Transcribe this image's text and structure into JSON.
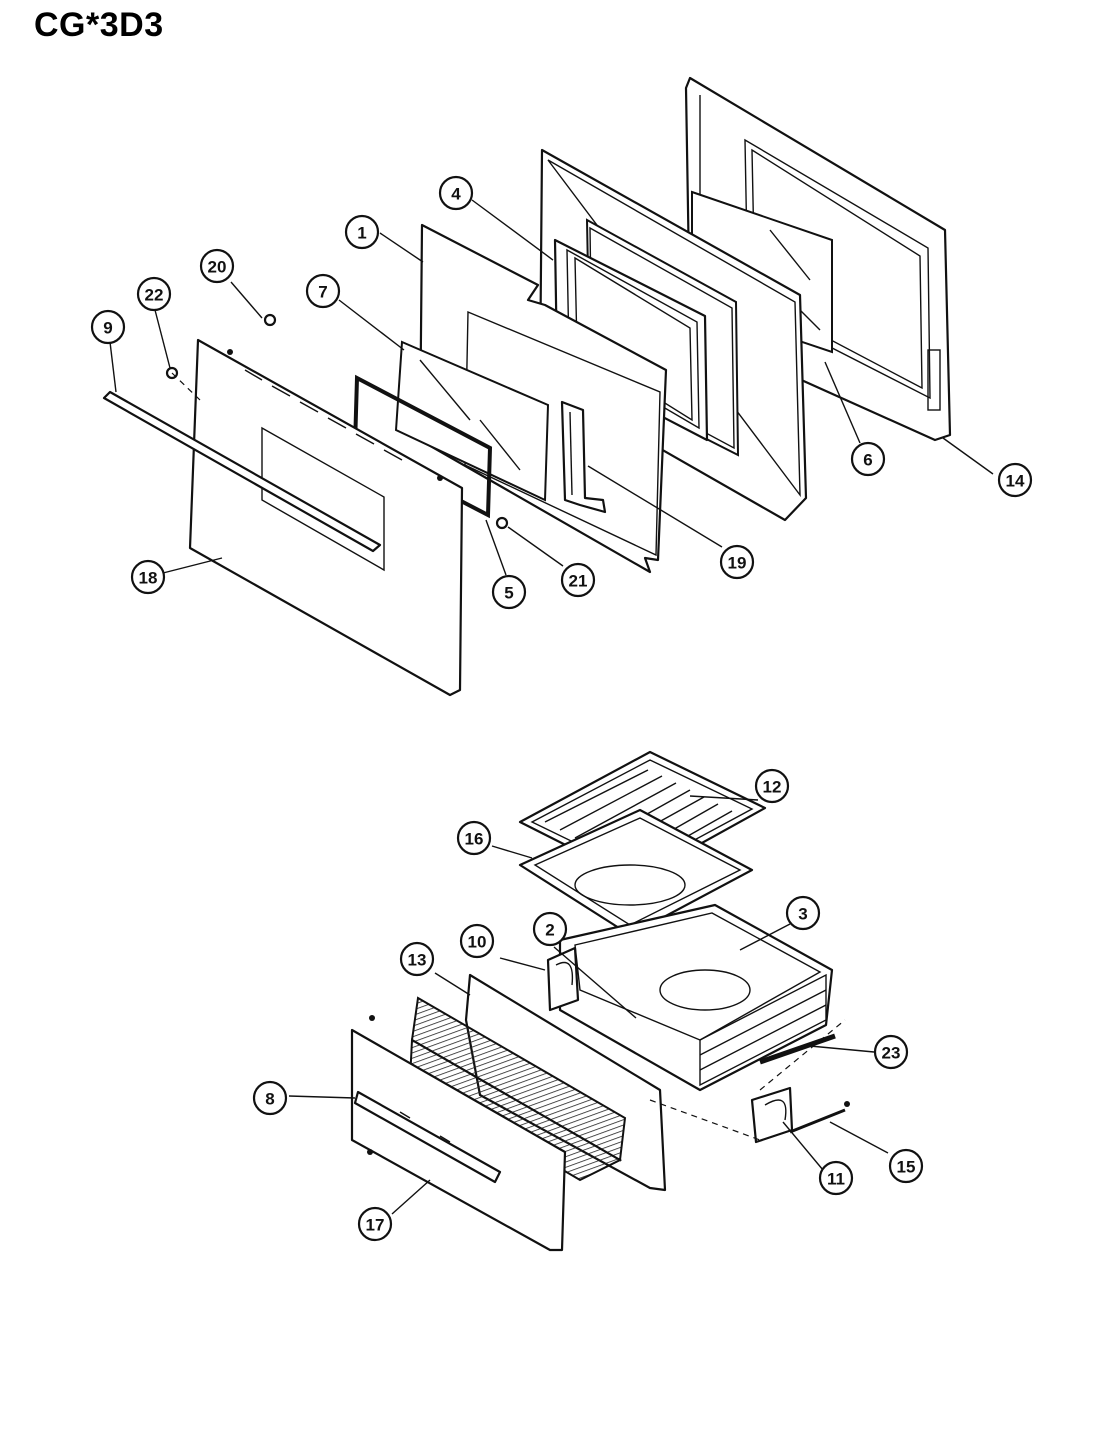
{
  "title": "CG*3D3",
  "callouts": [
    {
      "id": "c1",
      "label": "1"
    },
    {
      "id": "c2",
      "label": "2"
    },
    {
      "id": "c3",
      "label": "3"
    },
    {
      "id": "c4",
      "label": "4"
    },
    {
      "id": "c5",
      "label": "5"
    },
    {
      "id": "c6",
      "label": "6"
    },
    {
      "id": "c7",
      "label": "7"
    },
    {
      "id": "c8",
      "label": "8"
    },
    {
      "id": "c9",
      "label": "9"
    },
    {
      "id": "c10",
      "label": "10"
    },
    {
      "id": "c11",
      "label": "11"
    },
    {
      "id": "c12",
      "label": "12"
    },
    {
      "id": "c13",
      "label": "13"
    },
    {
      "id": "c14",
      "label": "14"
    },
    {
      "id": "c15",
      "label": "15"
    },
    {
      "id": "c16",
      "label": "16"
    },
    {
      "id": "c17",
      "label": "17"
    },
    {
      "id": "c18",
      "label": "18"
    },
    {
      "id": "c19",
      "label": "19"
    },
    {
      "id": "c20",
      "label": "20"
    },
    {
      "id": "c21",
      "label": "21"
    },
    {
      "id": "c22",
      "label": "22"
    },
    {
      "id": "c23",
      "label": "23"
    }
  ]
}
